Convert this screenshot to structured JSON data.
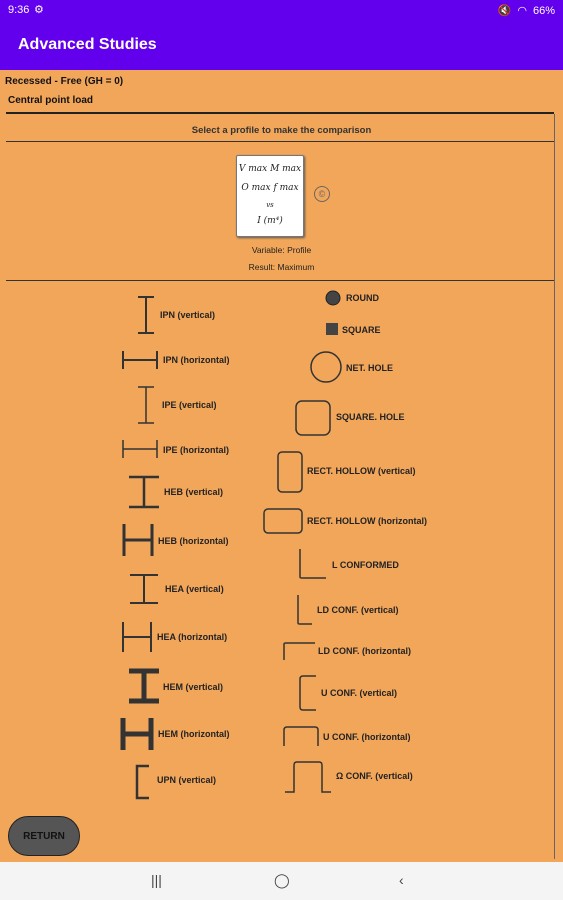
{
  "status": {
    "time": "9:36",
    "battery": "66%"
  },
  "appbar": {
    "title": "Advanced Studies"
  },
  "headers": {
    "case": "Recessed - Free (GH = 0)",
    "load": "Central point load"
  },
  "select_text": "Select a profile to make the comparison",
  "formula": {
    "line1": "V max  M max",
    "line2": "O max  f max",
    "line3": "vs",
    "line4": "I (m⁴)"
  },
  "variable_text": "Variable: Profile",
  "result_text": "Result: Maximum",
  "left_profiles": [
    "IPN (vertical)",
    "IPN (horizontal)",
    "IPE (vertical)",
    "IPE (horizontal)",
    "HEB (vertical)",
    "HEB (horizontal)",
    "HEA (vertical)",
    "HEA (horizontal)",
    "HEM (vertical)",
    "HEM (horizontal)",
    "UPN (vertical)"
  ],
  "right_profiles": [
    "ROUND",
    "SQUARE",
    "NET. HOLE",
    "SQUARE. HOLE",
    "RECT. HOLLOW (vertical)",
    "RECT. HOLLOW (horizontal)",
    "L CONFORMED",
    "LD CONF. (vertical)",
    "LD CONF. (horizontal)",
    "U CONF. (vertical)",
    "U CONF. (horizontal)",
    "Ω CONF. (vertical)"
  ],
  "return_label": "RETURN",
  "colors": {
    "accent": "#6200ee",
    "background": "#f2a65a"
  }
}
